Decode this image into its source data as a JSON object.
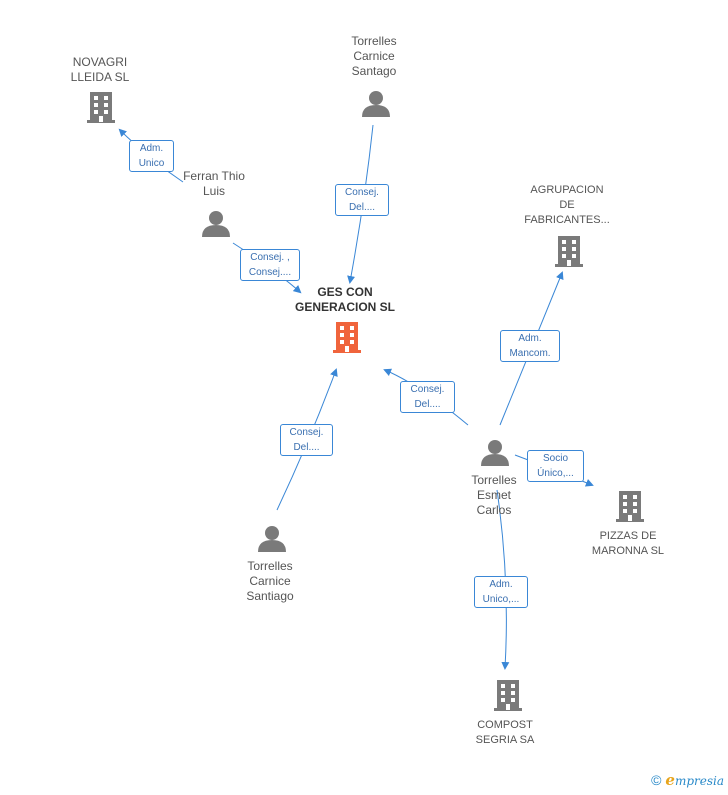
{
  "center": {
    "label": "GES CON\nGENERACION SL"
  },
  "nodes": {
    "novagri": {
      "label": "NOVAGRI\nLLEIDA SL",
      "kind": "company"
    },
    "torrelles_carnice_santago": {
      "label": "Torrelles\nCarnice\nSantago",
      "kind": "person"
    },
    "ferran": {
      "label": "Ferran Thio\nLuis",
      "kind": "person"
    },
    "agrupacion": {
      "label": "AGRUPACION\nDE\nFABRICANTES...",
      "kind": "company"
    },
    "torrelles_esmet": {
      "label": "Torrelles\nEsmet\nCarlos",
      "kind": "person"
    },
    "pizzas": {
      "label": "PIZZAS DE\nMARONNA  SL",
      "kind": "company"
    },
    "torrelles_carnice_santiago": {
      "label": "Torrelles\nCarnice\nSantiago",
      "kind": "person"
    },
    "compost": {
      "label": "COMPOST\nSEGRIA SA",
      "kind": "company"
    }
  },
  "edges": {
    "ferran_novagri": "Adm.\nUnico",
    "santago_center": "Consej.\nDel....",
    "ferran_center": "Consej. ,\nConsej....",
    "esmet_agrupacion": "Adm.\nMancom.",
    "esmet_center": "Consej.\nDel....",
    "santiago_center": "Consej.\nDel....",
    "esmet_pizzas": "Socio\nÚnico,...",
    "esmet_compost": "Adm.\nUnico,..."
  },
  "footer": {
    "copyright": "©",
    "brand_e": "e",
    "brand_rest": "mpresia"
  },
  "colors": {
    "edge": "#3a87d6",
    "icon": "#7a7a7a",
    "center_icon": "#f0643c"
  }
}
